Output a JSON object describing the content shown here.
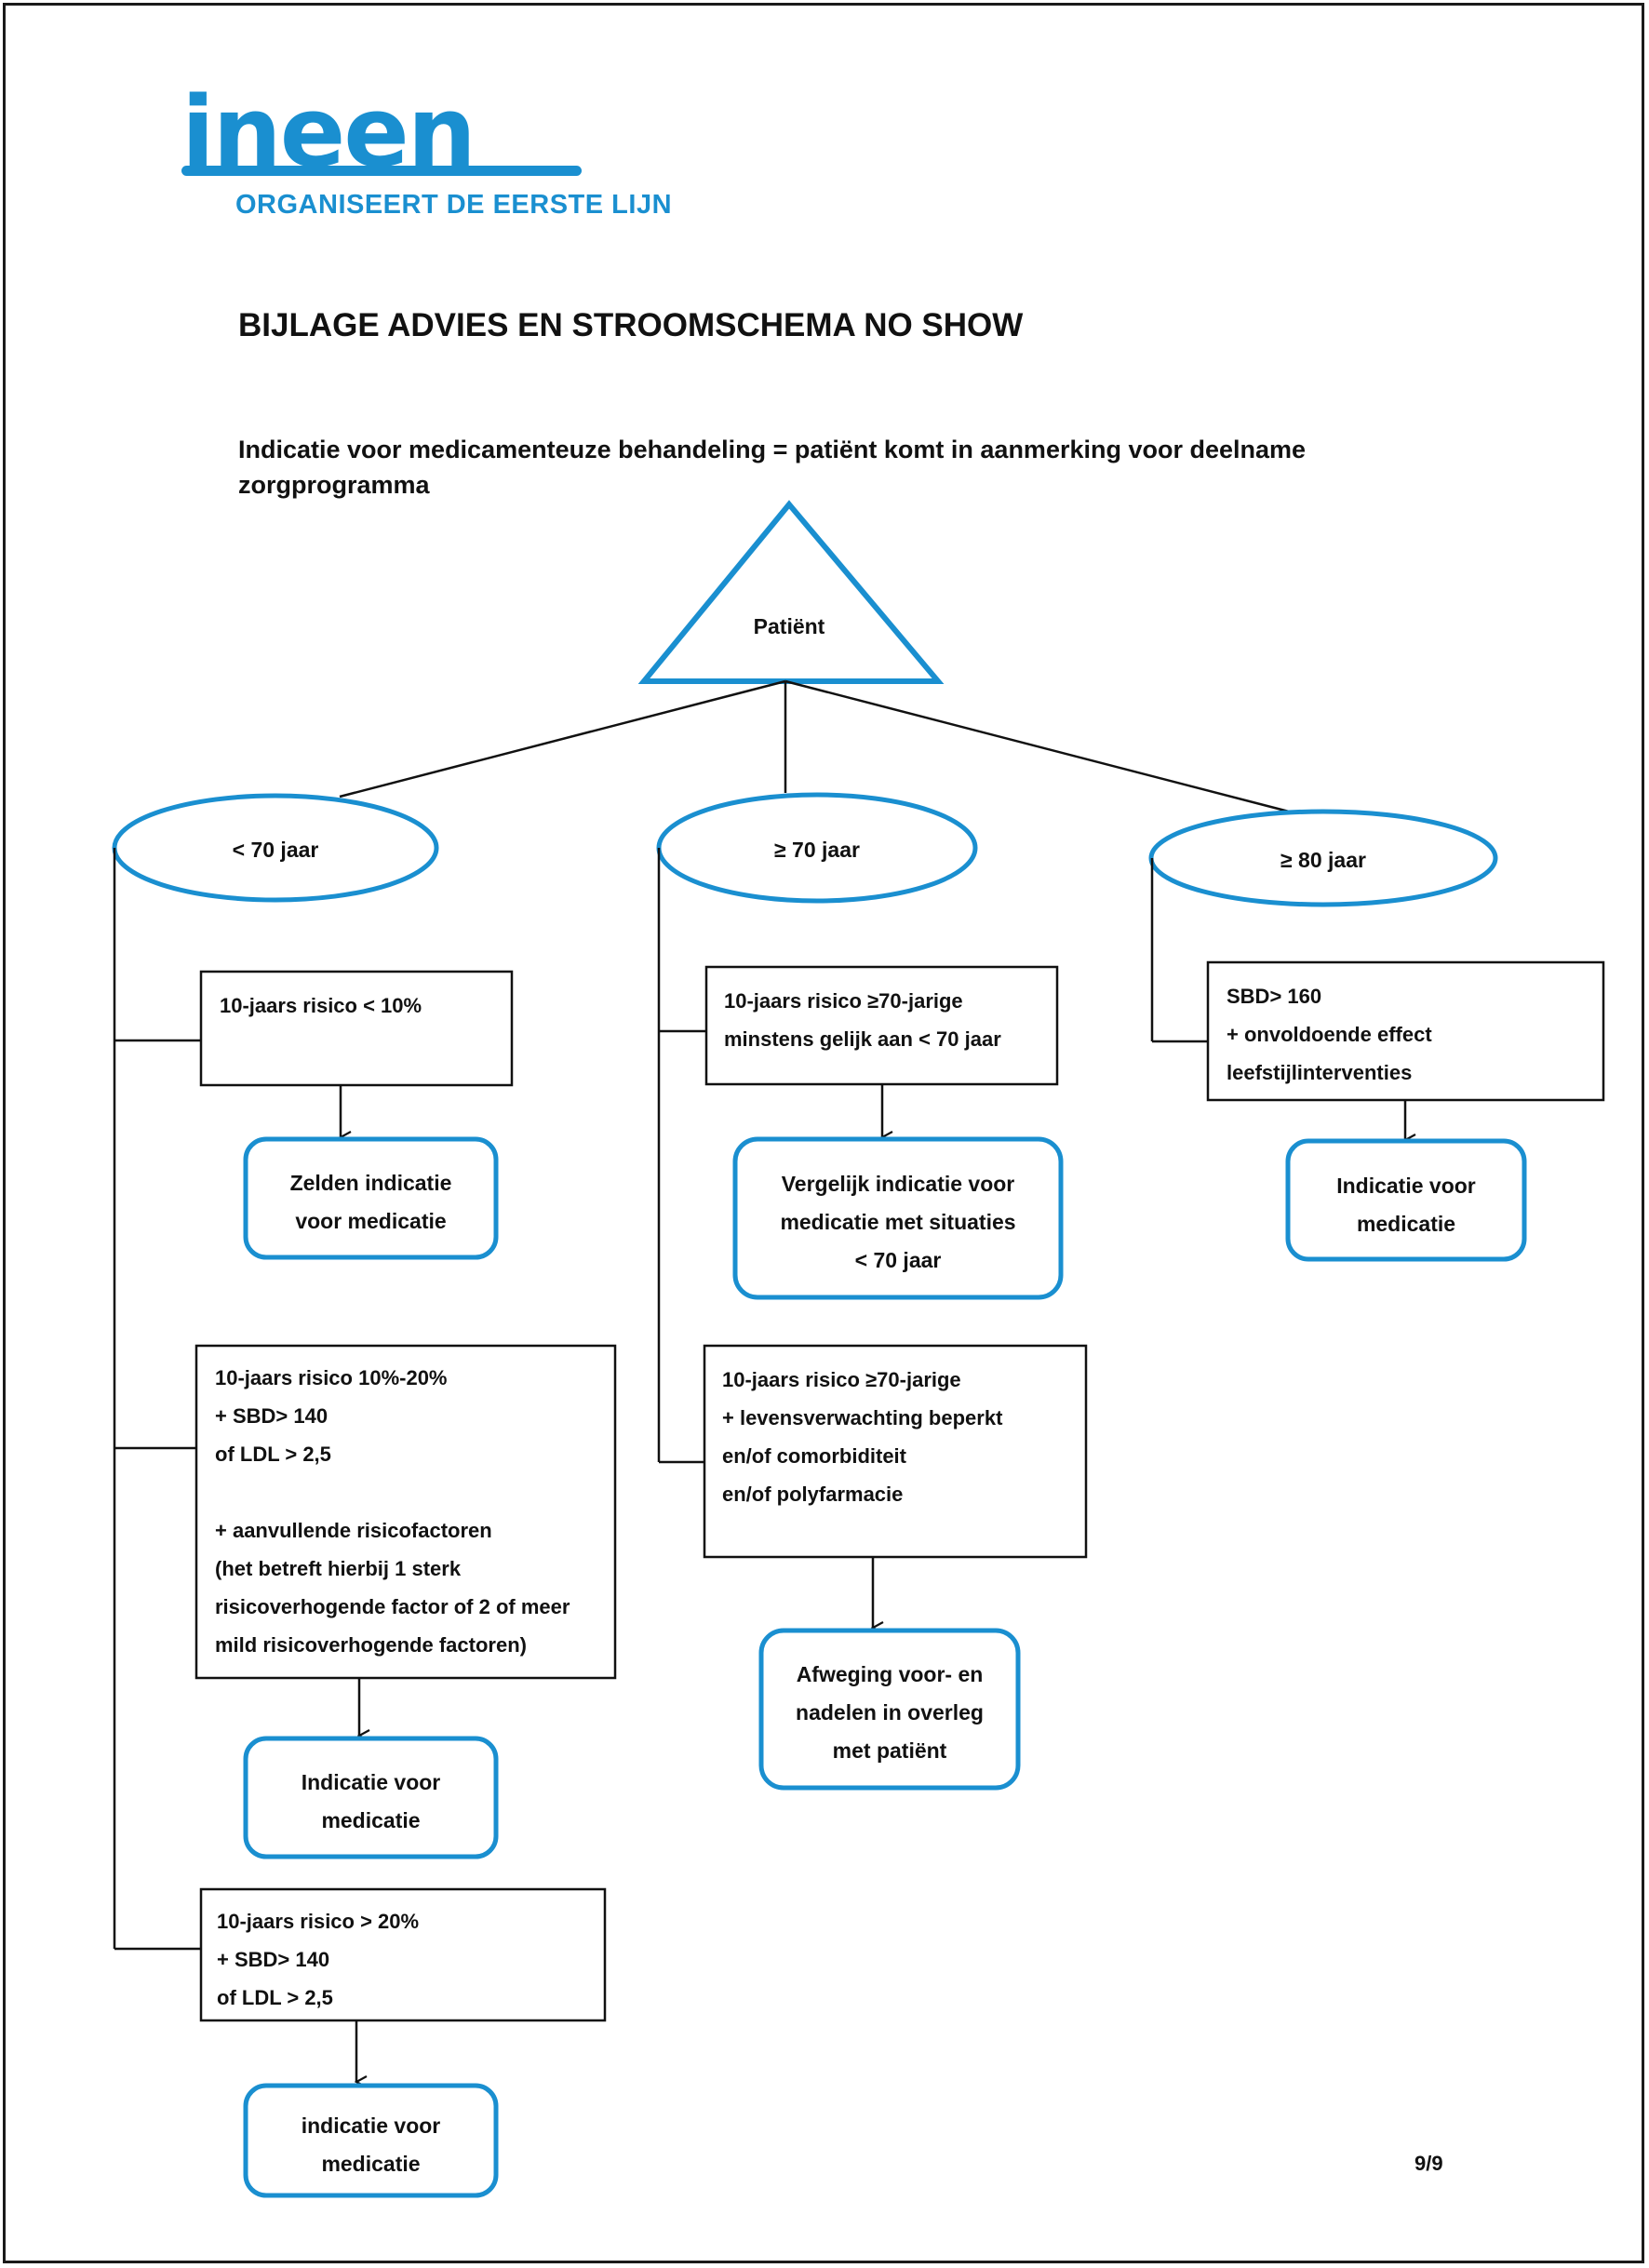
{
  "logo": {
    "wordmark": "ineen",
    "tagline": "ORGANISEERT DE EERSTE LIJN",
    "brand_color": "#1a8fd0"
  },
  "title": "BIJLAGE ADVIES EN STROOMSCHEMA NO SHOW",
  "subtitle": "Indicatie voor medicamenteuze behandeling = patiënt komt in aanmerking voor deelname zorgprogramma",
  "root": "Patiënt",
  "groups": [
    {
      "label": "< 70 jaar"
    },
    {
      "label": "≥ 70 jaar"
    },
    {
      "label": "≥ 80 jaar"
    }
  ],
  "criteria": {
    "a1": [
      "10-jaars risico < 10%"
    ],
    "a2": [
      "10-jaars risico 10%-20%",
      "+ SBD> 140",
      "of LDL > 2,5",
      "",
      "+ aanvullende risicofactoren",
      "(het betreft hierbij 1 sterk",
      "risicoverhogende factor of 2 of meer",
      "mild risicoverhogende factoren)"
    ],
    "a3": [
      "10-jaars risico > 20%",
      "+ SBD> 140",
      "of LDL > 2,5"
    ],
    "b1": [
      "10-jaars risico ≥70-jarige",
      "minstens gelijk aan < 70 jaar"
    ],
    "b2": [
      "10-jaars risico ≥70-jarige",
      "+ levensverwachting beperkt",
      "en/of comorbiditeit",
      "en/of polyfarmacie"
    ],
    "c1": [
      "SBD> 160",
      "+ onvoldoende effect",
      "leefstijlinterventies"
    ]
  },
  "outcomes": {
    "a1": [
      "Zelden indicatie",
      "voor medicatie"
    ],
    "a2": [
      "Indicatie voor",
      "medicatie"
    ],
    "a3": [
      "indicatie voor",
      "medicatie"
    ],
    "b1": [
      "Vergelijk indicatie voor",
      "medicatie met situaties",
      "< 70 jaar"
    ],
    "b2": [
      "Afweging voor- en",
      "nadelen in overleg",
      "met patiënt"
    ],
    "c1": [
      "Indicatie voor",
      "medicatie"
    ]
  },
  "page_number": "9/9",
  "colors": {
    "accent": "#1a8fd0",
    "line": "#111111"
  }
}
